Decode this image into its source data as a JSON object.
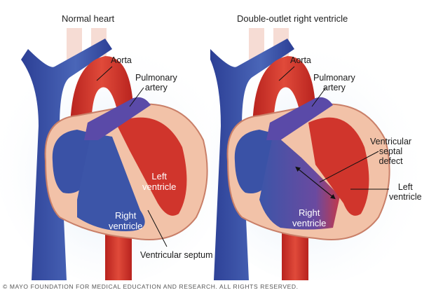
{
  "panels": [
    {
      "title": "Normal heart",
      "labels": {
        "aorta": "Aorta",
        "pulmonary_line1": "Pulmonary",
        "pulmonary_line2": "artery",
        "left_ventricle_line1": "Left",
        "left_ventricle_line2": "ventricle",
        "right_ventricle_line1": "Right",
        "right_ventricle_line2": "ventricle",
        "septum": "Ventricular septum"
      }
    },
    {
      "title": "Double-outlet right ventricle",
      "labels": {
        "aorta": "Aorta",
        "pulmonary_line1": "Pulmonary",
        "pulmonary_line2": "artery",
        "vsd_line1": "Ventricular",
        "vsd_line2": "septal",
        "vsd_line3": "defect",
        "left_ventricle_line1": "Left",
        "left_ventricle_line2": "ventricle",
        "right_ventricle_line1": "Right",
        "right_ventricle_line2": "ventricle"
      }
    }
  ],
  "copyright": "© MAYO FOUNDATION FOR MEDICAL EDUCATION AND RESEARCH. ALL RIGHTS RESERVED.",
  "colors": {
    "vein_blue": "#3c55a8",
    "artery_red": "#d0352c",
    "tissue_pink": "#f2c2a8",
    "pulmonary_purple": "#5a4aa8",
    "glow": "#dbe8f6"
  }
}
